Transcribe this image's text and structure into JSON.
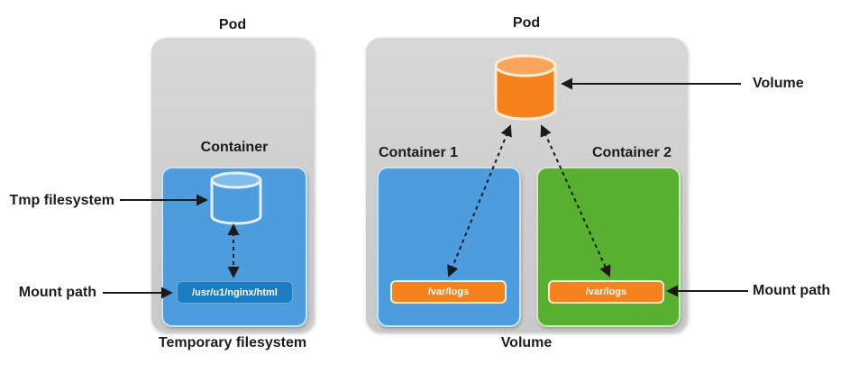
{
  "left_diagram": {
    "pod_label": "Pod",
    "container_label": "Container",
    "mount_path_value": "/usr/u1/nginx/html",
    "caption": "Temporary filesystem",
    "tmp_filesystem_label": "Tmp filesystem",
    "mount_path_label": "Mount path"
  },
  "right_diagram": {
    "pod_label": "Pod",
    "container1_label": "Container 1",
    "container2_label": "Container 2",
    "container1_mount_path_value": "/var/logs",
    "container2_mount_path_value": "/var/logs",
    "caption": "Volume",
    "volume_label": "Volume",
    "mount_path_label": "Mount path"
  },
  "colors": {
    "background": "#ffffff",
    "pod_fill": "#d2d2d2",
    "container_blue": "#4d9cdd",
    "container_green": "#58b030",
    "volume_orange": "#f6821d",
    "mount_badge_blue": "#1b7ec2",
    "arrow": "#1a1a1a"
  }
}
